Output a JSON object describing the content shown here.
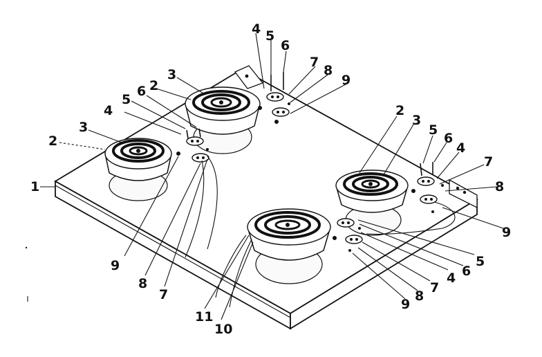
{
  "diagram": {
    "callouts": {
      "c1": "1",
      "c2a": "2",
      "c3a": "3",
      "c2b": "2",
      "c3b": "3",
      "c4a": "4",
      "c5a": "5",
      "c6a": "6",
      "c4b": "4",
      "c5b": "5",
      "c6b": "6",
      "c7b": "7",
      "c8b": "8",
      "c9b": "9",
      "c9c": "9",
      "c8c": "8",
      "c7c": "7",
      "c2d": "2",
      "c3d": "3",
      "c5d": "5",
      "c6d": "6",
      "c4d": "4",
      "c7d": "7",
      "c8d": "8",
      "c9d": "9",
      "c5e": "5",
      "c6e": "6",
      "c4e": "4",
      "c7e": "7",
      "c8e": "8",
      "c9e": "9",
      "c11": "11",
      "c10": "10"
    }
  }
}
